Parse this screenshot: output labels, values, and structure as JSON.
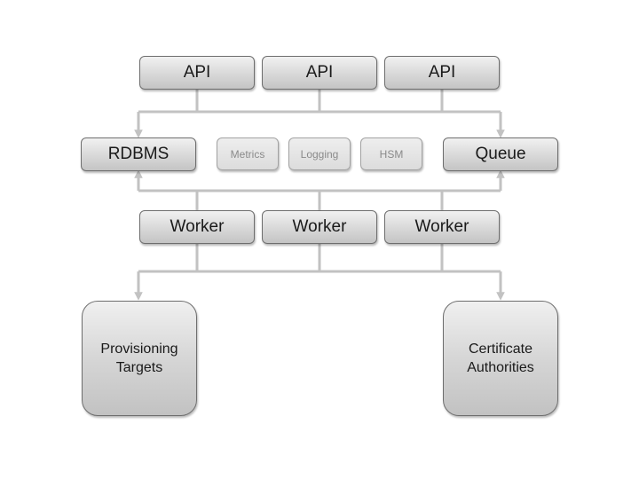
{
  "diagram": {
    "api_nodes": [
      "API",
      "API",
      "API"
    ],
    "rdbms": "RDBMS",
    "metrics": "Metrics",
    "logging": "Logging",
    "hsm": "HSM",
    "queue": "Queue",
    "worker_nodes": [
      "Worker",
      "Worker",
      "Worker"
    ],
    "provisioning": [
      "Provisioning",
      "Targets"
    ],
    "certificate": [
      "Certificate",
      "Authorities"
    ]
  },
  "colors": {
    "connector": "#c2c2c2",
    "box_border": "#6e6e6e",
    "box_fill_top": "#f1f1f1",
    "box_fill_bottom": "#c4c4c4",
    "muted_text": "#8a8a8a"
  }
}
